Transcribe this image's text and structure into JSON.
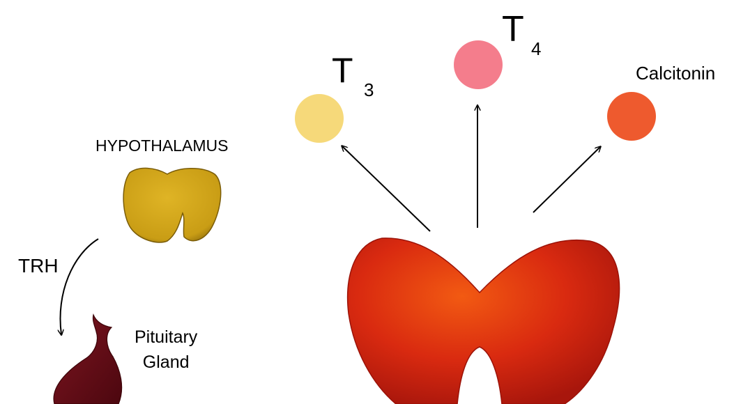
{
  "labels": {
    "hypothalamus": "HYPOTHALAMUS",
    "pituitary_line1": "Pituitary",
    "pituitary_line2": "Gland",
    "trh": "TRH",
    "t3_letter": "T",
    "t3_sub": "3",
    "t4_letter": "T",
    "t4_sub": "4",
    "calcitonin": "Calcitonin"
  },
  "colors": {
    "hypothalamus": "#d4a91c",
    "pituitary": "#6e0d17",
    "thyroid": "#d92a10",
    "t3": "#f6d97a",
    "t4": "#f47d8c",
    "calcitonin": "#ee5a2e",
    "arrow": "#000000"
  }
}
